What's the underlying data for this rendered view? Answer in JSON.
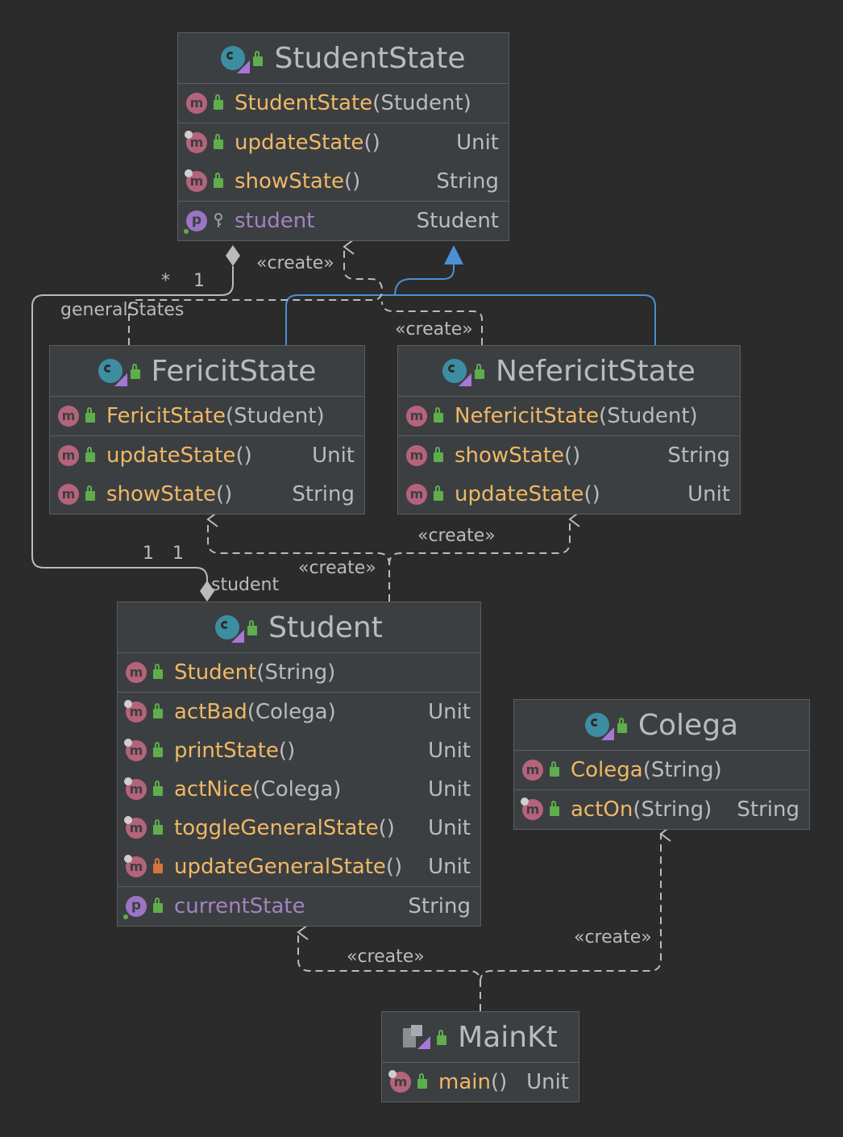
{
  "colors": {
    "background": "#2b2b2b",
    "class_fill": "#3c3f41",
    "class_border": "#5b5e60",
    "member_name": "#f0b866",
    "property_name": "#a283c1",
    "text": "#bbbbbb",
    "inheritance_line": "#4c8fd4",
    "method_icon": "#b5637b",
    "property_icon": "#9b74c4",
    "public_lock": "#5fae4c",
    "private_lock": "#d4743d"
  },
  "classes": {
    "student_state": {
      "title": "StudentState",
      "icon": "abstract-class-icon",
      "constructor": {
        "name": "StudentState",
        "params": "(Student)"
      },
      "methods": [
        {
          "name": "updateState",
          "params": "()",
          "type": "Unit"
        },
        {
          "name": "showState",
          "params": "()",
          "type": "String"
        }
      ],
      "property": {
        "name": "student",
        "type": "Student"
      }
    },
    "fericit_state": {
      "title": "FericitState",
      "icon": "class-icon",
      "constructor": {
        "name": "FericitState",
        "params": "(Student)"
      },
      "methods": [
        {
          "name": "updateState",
          "params": "()",
          "type": "Unit"
        },
        {
          "name": "showState",
          "params": "()",
          "type": "String"
        }
      ]
    },
    "nefericit_state": {
      "title": "NefericitState",
      "icon": "class-icon",
      "constructor": {
        "name": "NefericitState",
        "params": "(Student)"
      },
      "methods": [
        {
          "name": "showState",
          "params": "()",
          "type": "String"
        },
        {
          "name": "updateState",
          "params": "()",
          "type": "Unit"
        }
      ]
    },
    "student": {
      "title": "Student",
      "icon": "class-icon",
      "constructor": {
        "name": "Student",
        "params": "(String)"
      },
      "methods": [
        {
          "name": "actBad",
          "params": "(Colega)",
          "type": "Unit"
        },
        {
          "name": "printState",
          "params": "()",
          "type": "Unit"
        },
        {
          "name": "actNice",
          "params": "(Colega)",
          "type": "Unit"
        },
        {
          "name": "toggleGeneralState",
          "params": "()",
          "type": "Unit"
        },
        {
          "name": "updateGeneralState",
          "params": "()",
          "type": "Unit"
        }
      ],
      "property": {
        "name": "currentState",
        "type": "String"
      }
    },
    "colega": {
      "title": "Colega",
      "icon": "class-icon",
      "constructor": {
        "name": "Colega",
        "params": "(String)"
      },
      "methods": [
        {
          "name": "actOn",
          "params": "(String)",
          "type": "String"
        }
      ]
    },
    "main_kt": {
      "title": "MainKt",
      "icon": "file-facade-icon",
      "methods": [
        {
          "name": "main",
          "params": "()",
          "type": "Unit"
        }
      ]
    }
  },
  "relations": {
    "create_label": "«create»",
    "general_states": {
      "role": "generalStates",
      "mult_many": "*",
      "mult_one": "1"
    },
    "student_ref": {
      "role": "student",
      "mult_left": "1",
      "mult_right": "1"
    }
  }
}
